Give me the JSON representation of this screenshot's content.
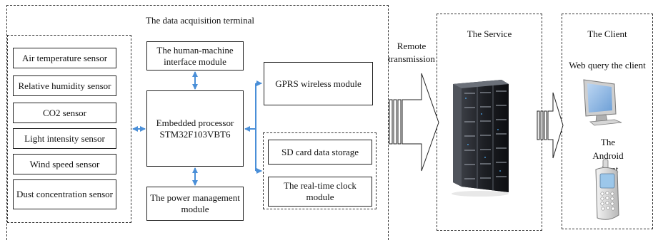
{
  "terminal": {
    "title": "The data acquisition terminal",
    "sensors": [
      "Air temperature sensor",
      "Relative humidity sensor",
      "CO2 sensor",
      "Light intensity sensor",
      "Wind speed sensor",
      "Dust concentration sensor"
    ],
    "hmi": "The human-machine interface module",
    "processor_line1": "Embedded processor",
    "processor_line2": "STM32F103VBT6",
    "power": "The power management module",
    "gprs": "GPRS wireless module",
    "sd": "SD card data storage",
    "rtc": "The real-time clock module"
  },
  "link": {
    "remote": "Remote transmission"
  },
  "service": {
    "title": "The Service",
    "icon": "server-rack-icon"
  },
  "client": {
    "title": "The Client",
    "web": "Web query the client",
    "android": "The Android client",
    "web_icon": "monitor-icon",
    "android_icon": "mobile-phone-icon"
  },
  "colors": {
    "connector": "#4a8fd8",
    "line": "#222222"
  }
}
